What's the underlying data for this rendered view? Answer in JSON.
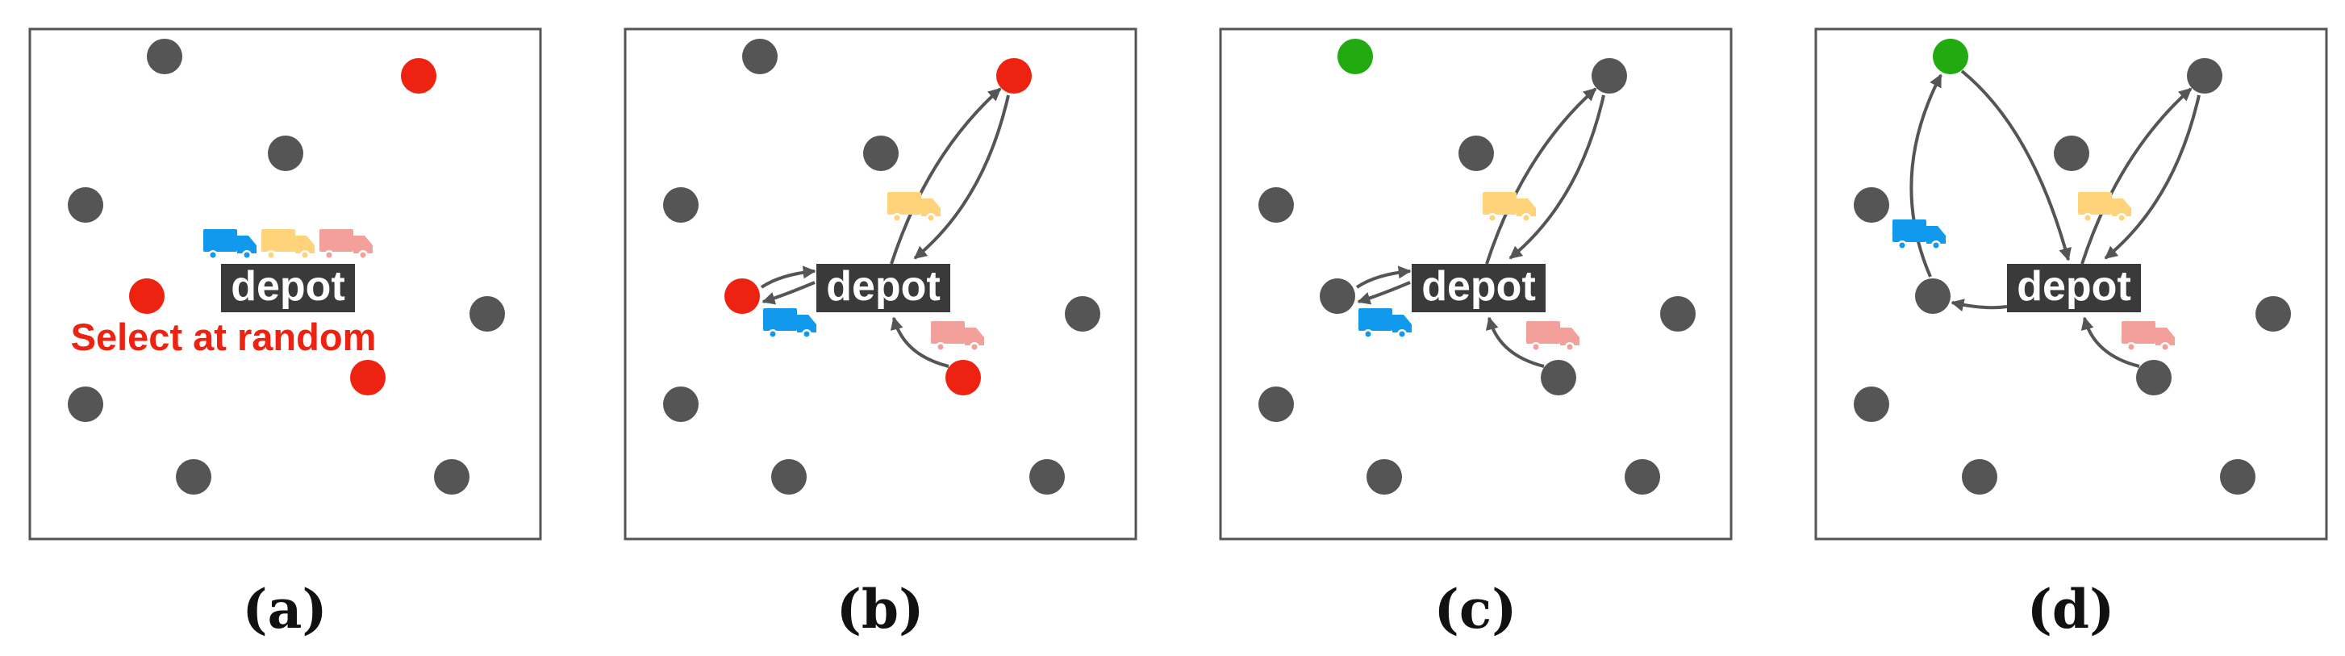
{
  "colors": {
    "node": "#555555",
    "selected": "#ee2211",
    "green": "#22aa11",
    "depot_bg": "#3a3a3a",
    "truck_blue": "#1199ee",
    "truck_yellow": "#ffd37a",
    "truck_pink": "#f4a09a",
    "annotation": "#ee2211"
  },
  "icons": [
    "truck-icon"
  ],
  "panels": [
    {
      "caption": "(a)",
      "depot": "depot",
      "annotation": "Select at random"
    },
    {
      "caption": "(b)",
      "depot": "depot"
    },
    {
      "caption": "(c)",
      "depot": "depot"
    },
    {
      "caption": "(d)",
      "depot": "depot"
    }
  ]
}
